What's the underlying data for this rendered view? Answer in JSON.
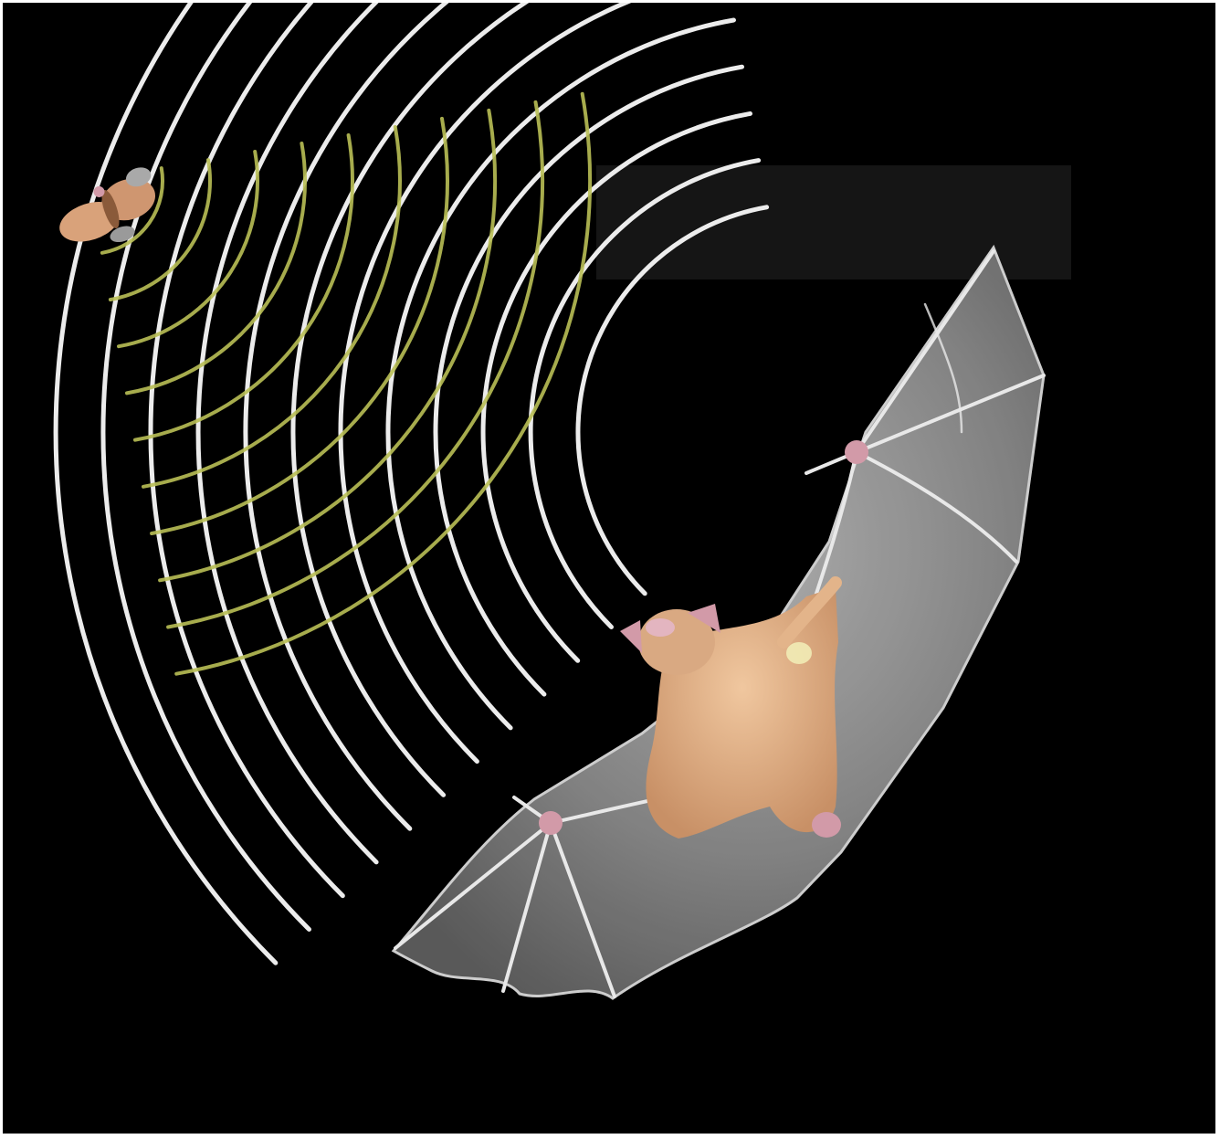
{
  "colors": {
    "background": "#000000",
    "border": "#ffffff",
    "emitted_wave": "#ececec",
    "echo_wave": "#b9bf55",
    "wing_membrane": "#8e8e8e",
    "wing_bone": "#e8e8e8",
    "bat_body": "#d8a780",
    "bat_ear": "#d29aa8",
    "moth_body": "#d9a27a",
    "moth_wing_tip": "#a9a9a9"
  },
  "scene": {
    "subject": "bat-echolocation",
    "emitted_wave_count": 12,
    "echo_wave_count": 10,
    "icons": [
      "bat-icon",
      "moth-icon"
    ]
  }
}
